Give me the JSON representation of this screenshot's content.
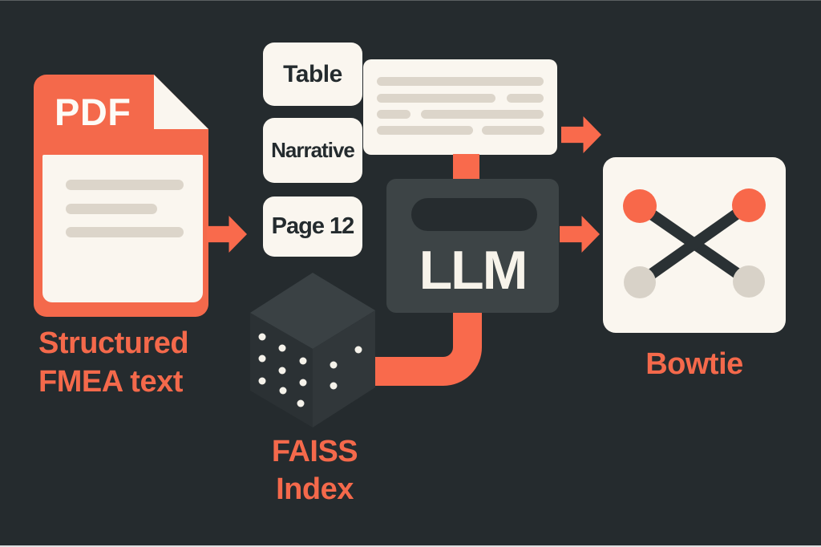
{
  "colors": {
    "background": "#252B2E",
    "accent_orange": "#F4694B",
    "pipe_orange": "#F96A4C",
    "card_cream": "#FAF6EF",
    "placeholder_line_gray": "#DCD5CA",
    "llm_box_gray": "#3D4446",
    "ink_dark": "#242B2E",
    "bowtie_node_gray": "#D8D2C8",
    "dot_white": "#F5F2EA"
  },
  "pdf_node": {
    "badge": "PDF",
    "caption_lines": [
      "Structured",
      "FMEA text"
    ]
  },
  "chips": {
    "table": "Table",
    "narrative": "Narrative",
    "page": "Page 12"
  },
  "llm_node": {
    "label": "LLM"
  },
  "faiss_node": {
    "caption_lines": [
      "FAISS",
      "Index"
    ]
  },
  "bowtie_node": {
    "caption": "Bowtie"
  }
}
